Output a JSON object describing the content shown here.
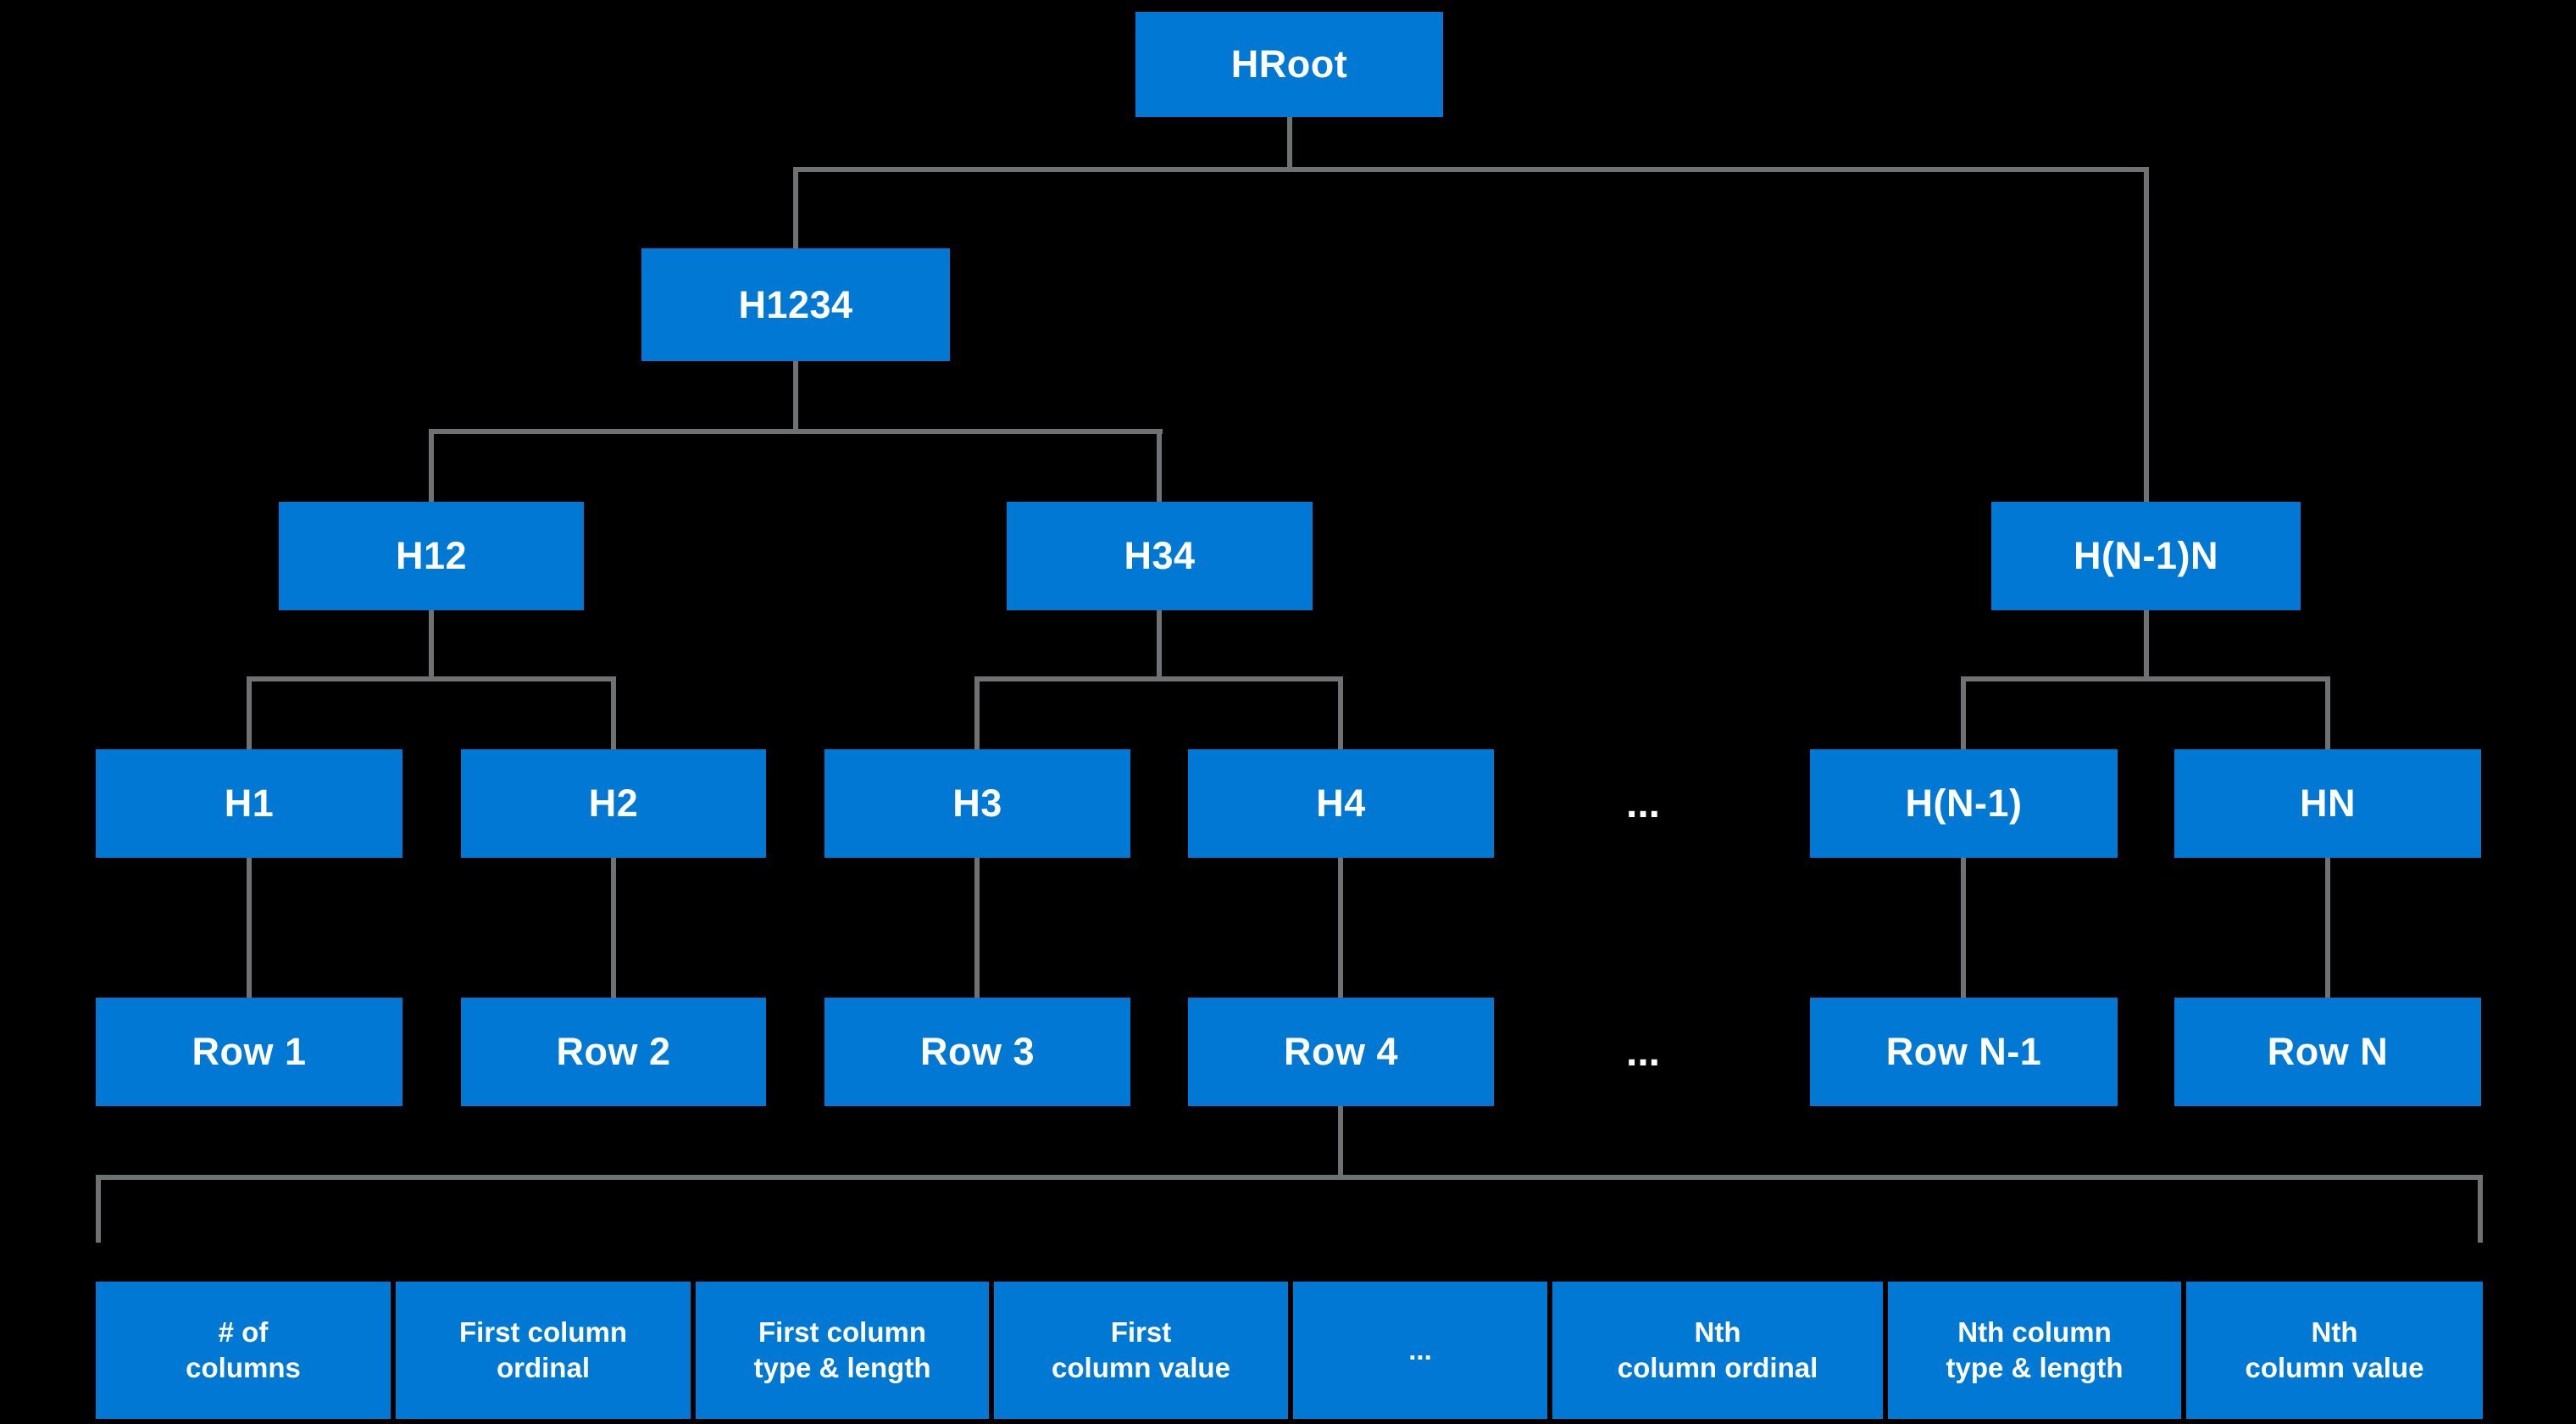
{
  "colors": {
    "background": "#000000",
    "node_fill": "#0078D4",
    "connector": "#6F7173",
    "text": "#FFFFFF"
  },
  "tree": {
    "root": "HRoot",
    "level2": {
      "h1234": "H1234"
    },
    "level3": {
      "h12": "H12",
      "h34": "H34",
      "hn1n": "H(N-1)N"
    },
    "level4": {
      "h1": "H1",
      "h2": "H2",
      "h3": "H3",
      "h4": "H4",
      "ellipsis": "...",
      "hn1": "H(N-1)",
      "hn": "HN"
    },
    "level5": {
      "row1": "Row 1",
      "row2": "Row 2",
      "row3": "Row 3",
      "row4": "Row 4",
      "ellipsis": "...",
      "rown1": "Row N-1",
      "rown": "Row N"
    }
  },
  "record": {
    "fields": [
      "# of\ncolumns",
      "First column\nordinal",
      "First column\ntype & length",
      "First\ncolumn value",
      "...",
      "Nth\ncolumn ordinal",
      "Nth column\ntype & length",
      "Nth\ncolumn value"
    ]
  }
}
